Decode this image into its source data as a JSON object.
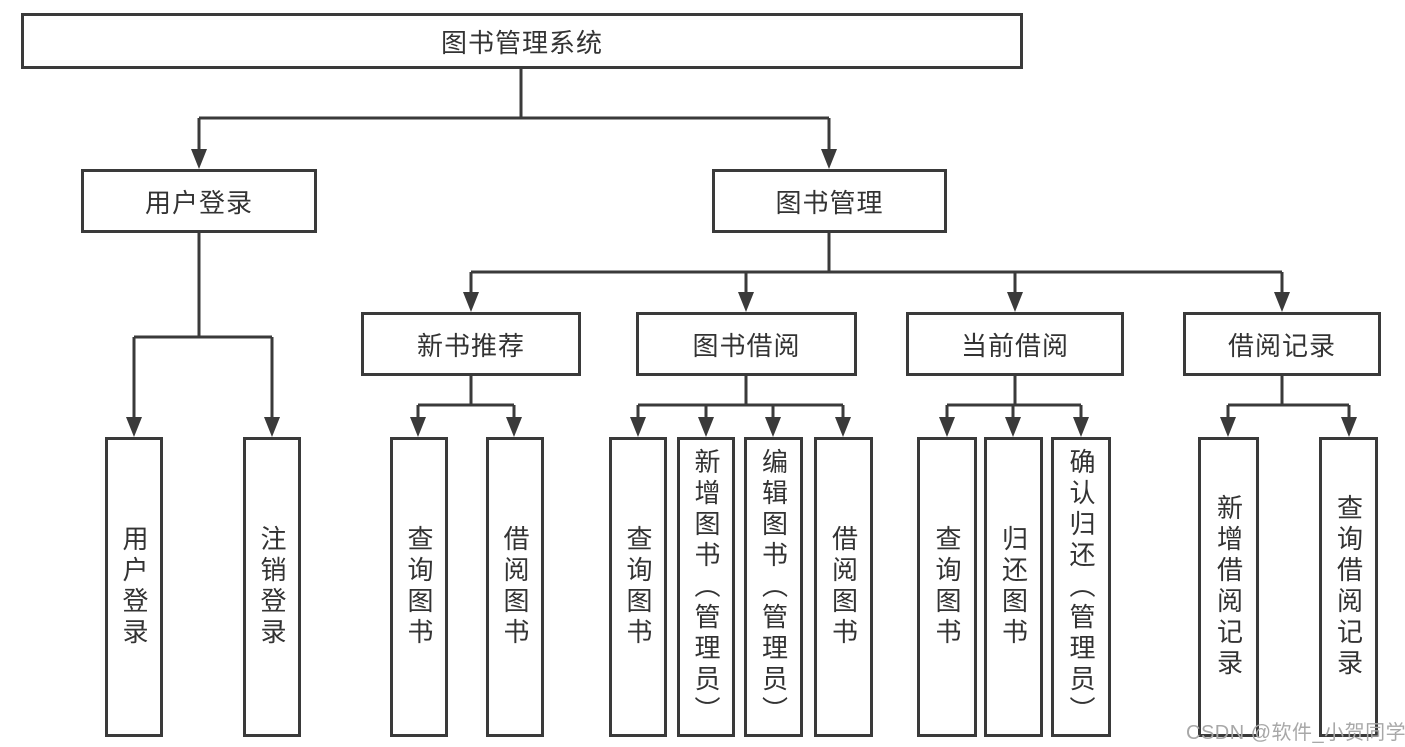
{
  "tree": {
    "root": {
      "label": "图书管理系统"
    },
    "branches": [
      {
        "label": "用户登录",
        "children": [
          {
            "label": "用户登录"
          },
          {
            "label": "注销登录"
          }
        ]
      },
      {
        "label": "图书管理",
        "sections": [
          {
            "label": "新书推荐",
            "children": [
              {
                "label": "查询图书"
              },
              {
                "label": "借阅图书"
              }
            ]
          },
          {
            "label": "图书借阅",
            "children": [
              {
                "label": "查询图书"
              },
              {
                "label": "新增图书（管理员）"
              },
              {
                "label": "编辑图书（管理员）"
              },
              {
                "label": "借阅图书"
              }
            ]
          },
          {
            "label": "当前借阅",
            "children": [
              {
                "label": "查询图书"
              },
              {
                "label": "归还图书"
              },
              {
                "label": "确认归还（管理员）"
              }
            ]
          },
          {
            "label": "借阅记录",
            "children": [
              {
                "label": "新增借阅记录"
              },
              {
                "label": "查询借阅记录"
              }
            ]
          }
        ]
      }
    ]
  },
  "watermark": {
    "text": "CSDN @软件_小贺同学"
  },
  "colors": {
    "line": "#3a3a3a",
    "box_border": "#3a3a3a",
    "box_fill": "#ffffff",
    "text": "#333333",
    "watermark": "#a8a8a8",
    "background": "#ffffff"
  }
}
